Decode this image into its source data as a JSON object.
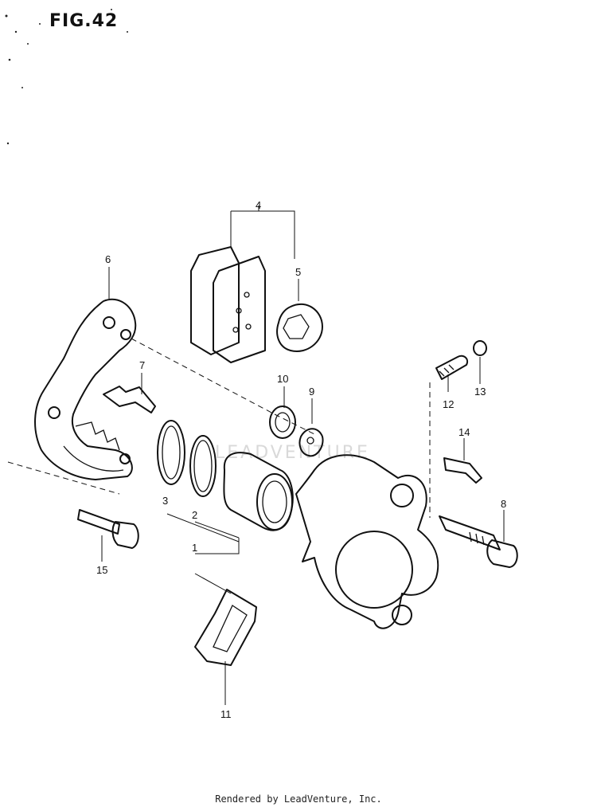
{
  "title": "FIG.42",
  "watermark": "LEADVENTURE",
  "footer": "Rendered by LeadVenture, Inc.",
  "callouts": {
    "c1": "1",
    "c2": "2",
    "c3": "3",
    "c4": "4",
    "c5": "5",
    "c6": "6",
    "c7": "7",
    "c8": "8",
    "c9": "9",
    "c10": "10",
    "c11": "11",
    "c12": "12",
    "c13": "13",
    "c14": "14",
    "c15": "15"
  }
}
